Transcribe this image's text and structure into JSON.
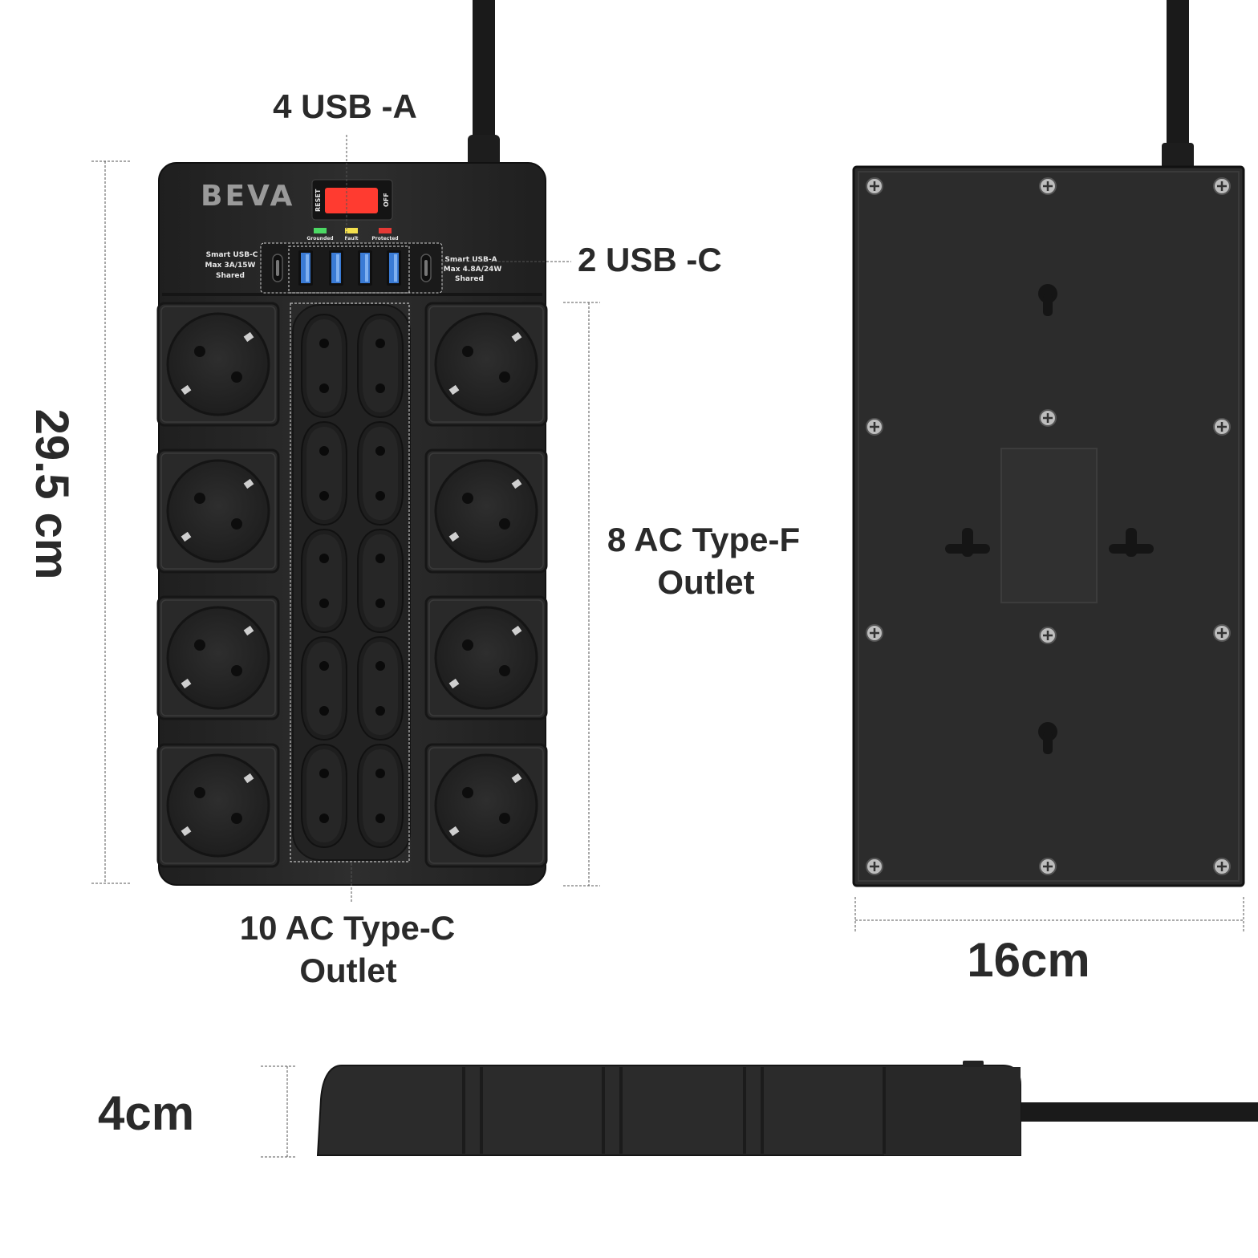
{
  "brand": "BEVA",
  "switch": {
    "left_label": "RESET",
    "right_label": "OFF"
  },
  "indicators": [
    {
      "label": "Grounded",
      "color": "#4cd964"
    },
    {
      "label": "Fault",
      "color": "#f4e04d"
    },
    {
      "label": "Protected",
      "color": "#e53935"
    }
  ],
  "usb_c_info": [
    "Smart USB-C",
    "Max 3A/15W",
    "Shared"
  ],
  "usb_a_info": [
    "Smart USB-A",
    "Max 4.8A/24W",
    "Shared"
  ],
  "callouts": {
    "usb_a": "4 USB -A",
    "usb_c": "2 USB -C",
    "type_f": [
      "8 AC Type-F",
      "Outlet"
    ],
    "type_c": [
      "10 AC Type-C",
      "Outlet"
    ]
  },
  "dimensions": {
    "height": "29.5 cm",
    "width": "16cm",
    "depth": "4cm"
  },
  "colors": {
    "body": "#2b2b2b",
    "socket": "#262626",
    "usb_blue": "#3a7bd5",
    "switch_red": "#ff3b30",
    "label_text": "#2a2a2a"
  }
}
